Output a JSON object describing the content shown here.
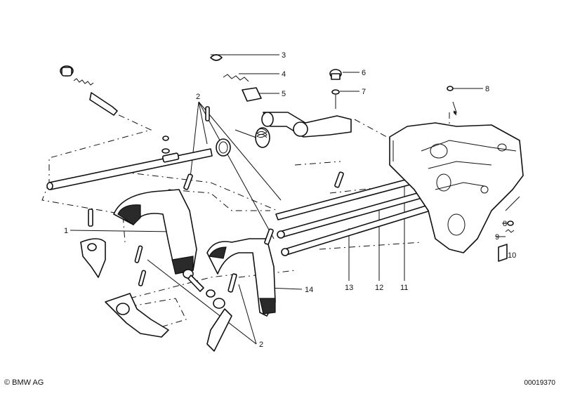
{
  "callouts": [
    {
      "id": "3",
      "label": "3"
    },
    {
      "id": "4",
      "label": "4"
    },
    {
      "id": "5",
      "label": "5"
    },
    {
      "id": "6",
      "label": "6"
    },
    {
      "id": "7",
      "label": "7"
    },
    {
      "id": "8a",
      "label": "8"
    },
    {
      "id": "2a",
      "label": "2"
    },
    {
      "id": "1",
      "label": "1"
    },
    {
      "id": "14",
      "label": "14"
    },
    {
      "id": "13",
      "label": "13"
    },
    {
      "id": "12",
      "label": "12"
    },
    {
      "id": "11",
      "label": "11"
    },
    {
      "id": "8b",
      "label": "8"
    },
    {
      "id": "9",
      "label": "9"
    },
    {
      "id": "10",
      "label": "10"
    },
    {
      "id": "2b",
      "label": "2"
    }
  ],
  "footer": {
    "copyright_symbol": "©",
    "brand": "BMW AG",
    "diagram_number": "00019370"
  }
}
